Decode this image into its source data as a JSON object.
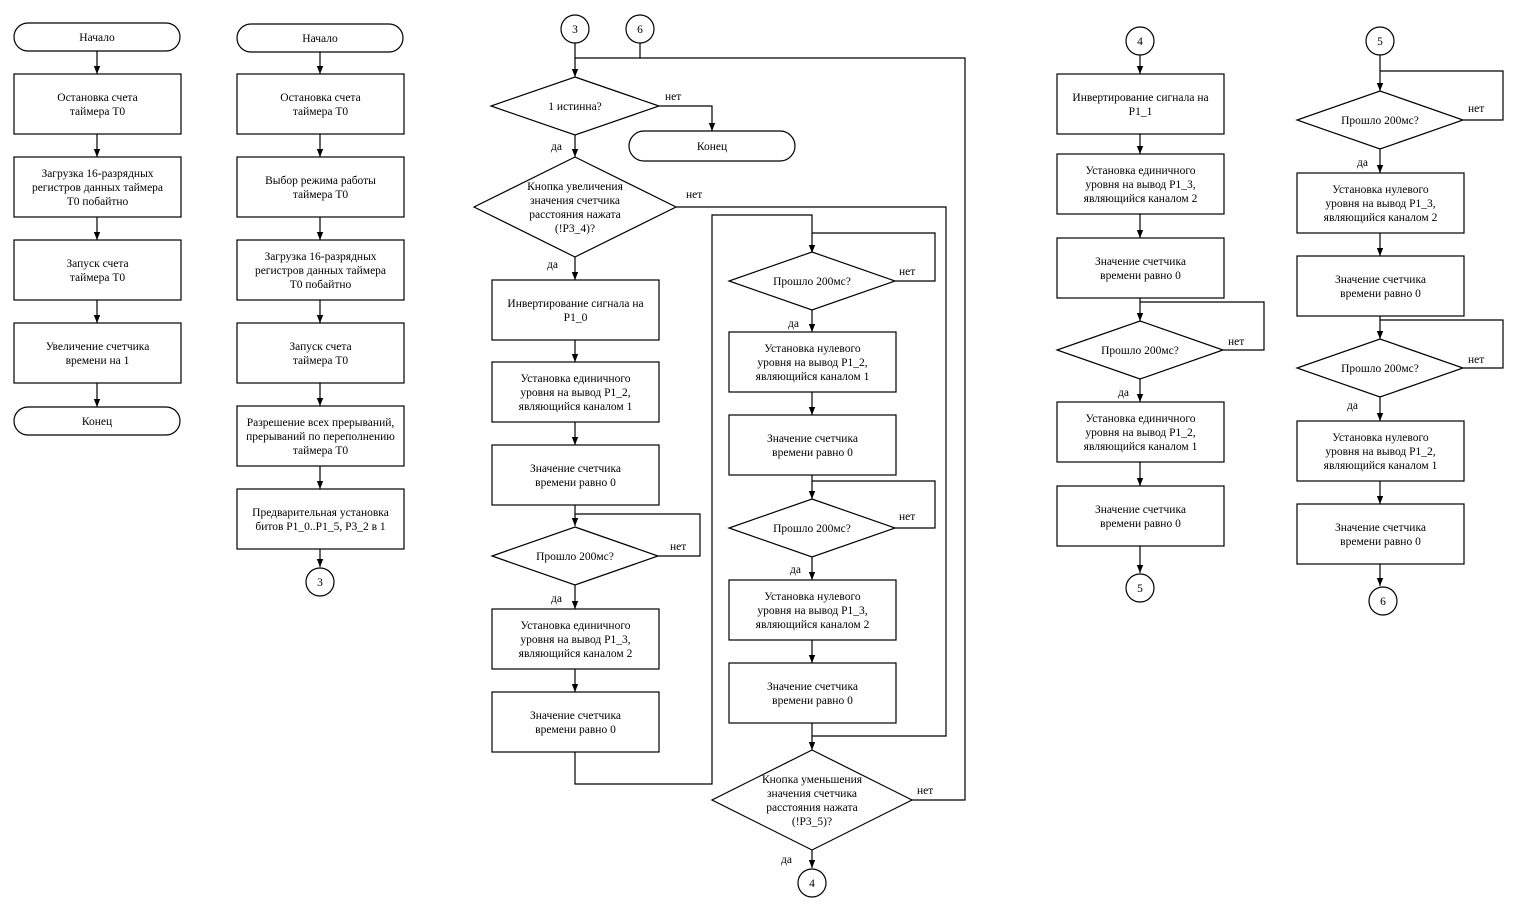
{
  "blocks": {
    "c1_start": "Начало",
    "c1_stop": [
      "Остановка счета",
      "таймера T0"
    ],
    "c1_load": [
      "Загрузка 16-разрядных",
      "регистров данных таймера",
      "T0 побайтно"
    ],
    "c1_run": [
      "Запуск счета",
      "таймера T0"
    ],
    "c1_inc": [
      "Увеличение счетчика",
      "времени на 1"
    ],
    "c1_end": "Конец",
    "c2_start": "Начало",
    "c2_stop": [
      "Остановка счета",
      "таймера T0"
    ],
    "c2_mode": [
      "Выбор режима работы",
      "таймера T0"
    ],
    "c2_load": [
      "Загрузка 16-разрядных",
      "регистров данных таймера",
      "T0 побайтно"
    ],
    "c2_run": [
      "Запуск счета",
      "таймера T0"
    ],
    "c2_irq": [
      "Разрешение всех прерываний,",
      "прерываний по переполнению",
      "таймера T0"
    ],
    "c2_preset": [
      "Предварительная установка",
      "битов P1_0..P1_5, P3_2 в 1"
    ],
    "c2_conn": "3",
    "c3_conn3": "3",
    "c3_conn6": "6",
    "c3_d1": "1 истинна?",
    "c3_end": "Конец",
    "c3_d2": [
      "Кнопка увеличения",
      "значения счетчика",
      "расстояния нажата",
      "(!P3_4)?"
    ],
    "c3_inv": [
      "Инвертирование сигнала на",
      "P1_0"
    ],
    "c3_set1": [
      "Установка единичного",
      "уровня на вывод P1_2,",
      "являющийся каналом 1"
    ],
    "c3_zero1": [
      "Значение счетчика",
      "времени равно 0"
    ],
    "c3_d3": "Прошло 200мс?",
    "c3_set2": [
      "Установка единичного",
      "уровня на вывод P1_3,",
      "являющийся каналом 2"
    ],
    "c3_zero2": [
      "Значение счетчика",
      "времени равно 0"
    ],
    "c3r_d1": "Прошло 200мс?",
    "c3r_set1": [
      "Установка нулевого",
      "уровня на вывод P1_2,",
      "являющийся каналом 1"
    ],
    "c3r_zero1": [
      "Значение счетчика",
      "времени равно 0"
    ],
    "c3r_d2": "Прошло 200мс?",
    "c3r_set2": [
      "Установка нулевого",
      "уровня на вывод P1_3,",
      "являющийся каналом 2"
    ],
    "c3r_zero2": [
      "Значение счетчика",
      "времени равно 0"
    ],
    "c3_d4": [
      "Кнопка уменьшения",
      "значения счетчика",
      "расстояния нажата",
      "(!P3_5)?"
    ],
    "c3_conn4": "4",
    "c4_conn4": "4",
    "c4_inv": [
      "Инвертирование сигнала на",
      "P1_1"
    ],
    "c4_set1": [
      "Установка единичного",
      "уровня на вывод P1_3,",
      "являющийся каналом 2"
    ],
    "c4_zero1": [
      "Значение счетчика",
      "времени равно 0"
    ],
    "c4_d1": "Прошло 200мс?",
    "c4_set2": [
      "Установка единичного",
      "уровня на вывод P1_2,",
      "являющийся каналом 1"
    ],
    "c4_zero2": [
      "Значение счетчика",
      "времени равно 0"
    ],
    "c4_conn5": "5",
    "c5_conn5": "5",
    "c5_d1": "Прошло 200мс?",
    "c5_set1": [
      "Установка нулевого",
      "уровня на вывод P1_3,",
      "являющийся каналом 2"
    ],
    "c5_zero1": [
      "Значение счетчика",
      "времени равно 0"
    ],
    "c5_d2": "Прошло 200мс?",
    "c5_set2": [
      "Установка нулевого",
      "уровня на вывод P1_2,",
      "являющийся каналом 1"
    ],
    "c5_zero2": [
      "Значение счетчика",
      "времени равно 0"
    ],
    "c5_conn6": "6"
  },
  "labels": {
    "yes": "да",
    "no": "нет"
  }
}
